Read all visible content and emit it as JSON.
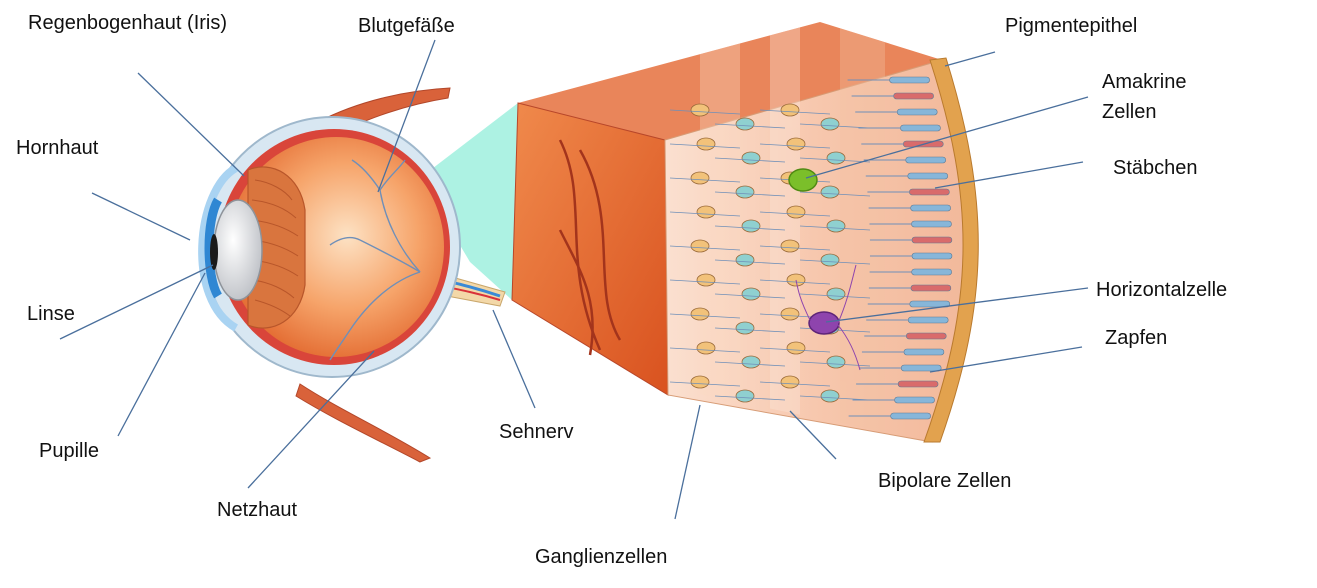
{
  "labels": {
    "regenbogenhaut": "Regenbogenhaut (Iris)",
    "blutgefaesse": "Blutgefäße",
    "pigmentepithel": "Pigmentepithel",
    "amakrine_line1": "Amakrine",
    "amakrine_line2": "Zellen",
    "hornhaut": "Hornhaut",
    "staebchen": "Stäbchen",
    "horizontalzelle": "Horizontalzelle",
    "linse": "Linse",
    "zapfen": "Zapfen",
    "pupille": "Pupille",
    "sehnerv": "Sehnerv",
    "bipolare_zellen": "Bipolare Zellen",
    "netzhaut": "Netzhaut",
    "ganglienzellen": "Ganglienzellen"
  },
  "colors": {
    "leader_line": "#4a6f9c",
    "eye_orange": "#e8733a",
    "retina_pink": "#f7c7ad",
    "cone_blue": "#87b6d9",
    "cone_red": "#d96b6b",
    "amacrine_green": "#7bbf2a",
    "horizontal_purple": "#8e44ad",
    "highlight_cyan": "#9ff0de"
  }
}
